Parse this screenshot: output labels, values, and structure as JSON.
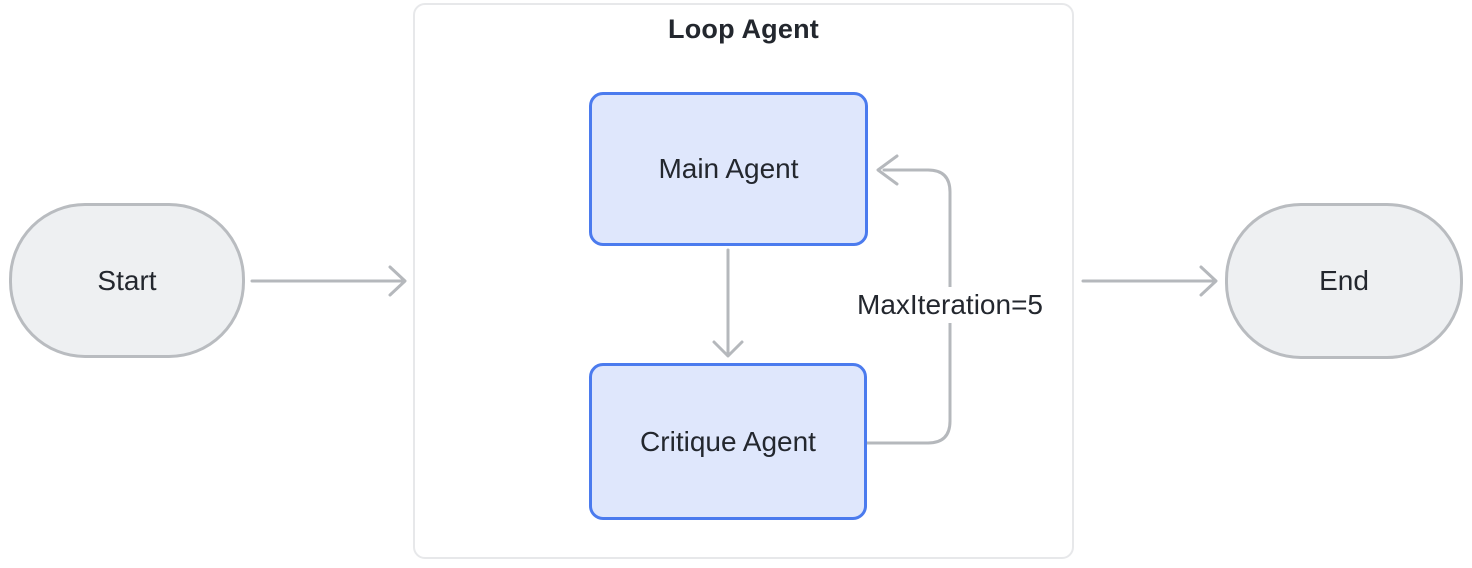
{
  "diagram": {
    "title": "Loop Agent",
    "nodes": {
      "start": {
        "label": "Start",
        "shape": "stadium"
      },
      "main": {
        "label": "Main Agent",
        "shape": "rounded-rect"
      },
      "critique": {
        "label": "Critique Agent",
        "shape": "rounded-rect"
      },
      "end": {
        "label": "End",
        "shape": "stadium"
      }
    },
    "edges": {
      "start_to_loop": {
        "from": "start",
        "to": "loop-agent-container"
      },
      "main_to_critique": {
        "from": "main",
        "to": "critique"
      },
      "critique_to_main": {
        "from": "critique",
        "to": "main",
        "label": "MaxIteration=5"
      },
      "loop_to_end": {
        "from": "loop-agent-container",
        "to": "end"
      }
    },
    "loop_label": "MaxIteration=5",
    "colors": {
      "agent_fill": "#dfe7fc",
      "agent_border": "#4b7bee",
      "terminal_fill": "#eef0f2",
      "terminal_border": "#b9bcc0",
      "arrow": "#b5b8bc",
      "container_border": "#e7e8ea",
      "text": "#23272e"
    }
  }
}
